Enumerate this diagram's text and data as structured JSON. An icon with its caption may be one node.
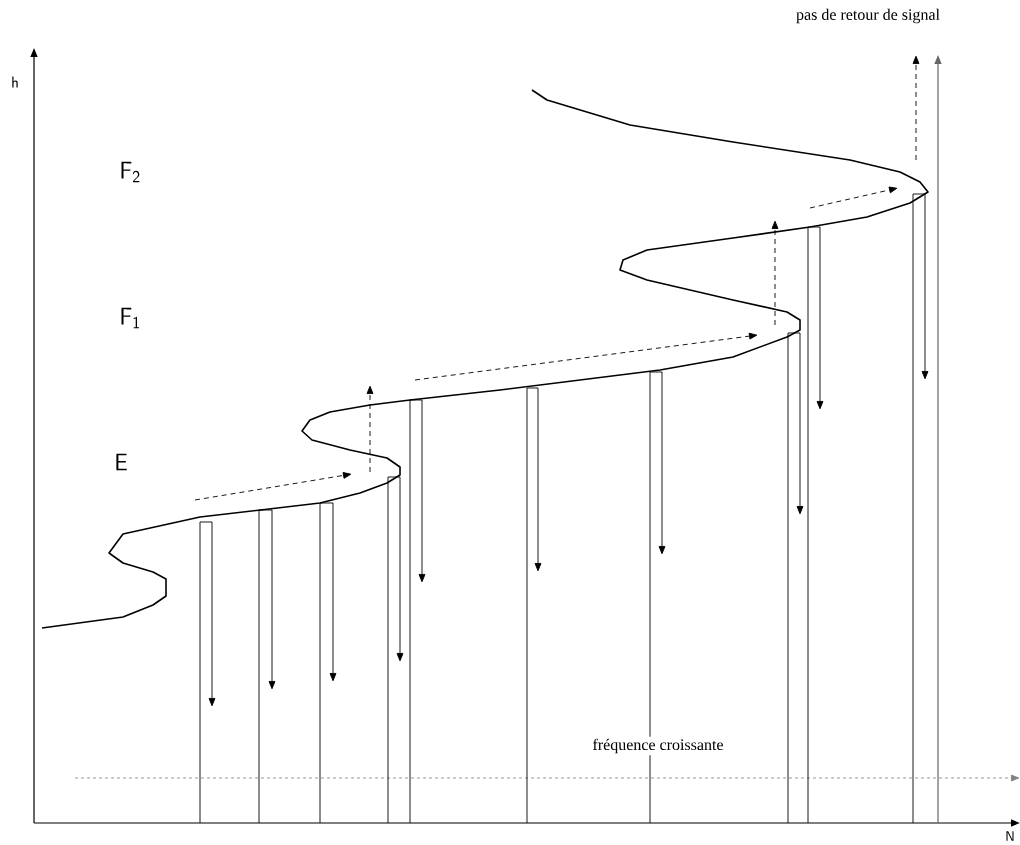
{
  "diagram": {
    "labels": [
      "pas de retour de signal",
      "h",
      "F$_{2}$",
      "F$_{1}$",
      "E",
      "fréquence croissante",
      "N"
    ]
  }
}
